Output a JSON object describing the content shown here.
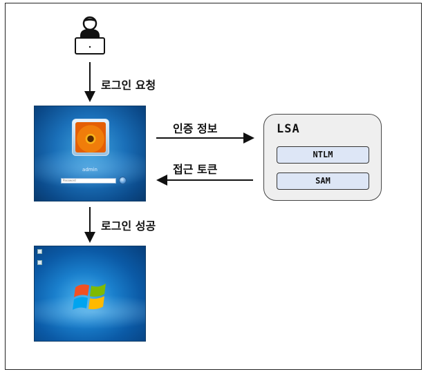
{
  "diagram": {
    "login_request_label": "로그인 요청",
    "login_success_label": "로그인 성공",
    "auth_info_label": "인증 정보",
    "access_token_label": "접근 토큰"
  },
  "login_screen": {
    "username": "admin",
    "password_placeholder": "Password"
  },
  "lsa": {
    "title": "LSA",
    "modules": [
      "NTLM",
      "SAM"
    ]
  },
  "icons": {
    "user": "user-laptop-icon",
    "windows": "windows-logo-icon",
    "go": "arrow-right-icon"
  },
  "colors": {
    "module_fill": "#dde6f6",
    "lsa_fill": "#efefef"
  }
}
